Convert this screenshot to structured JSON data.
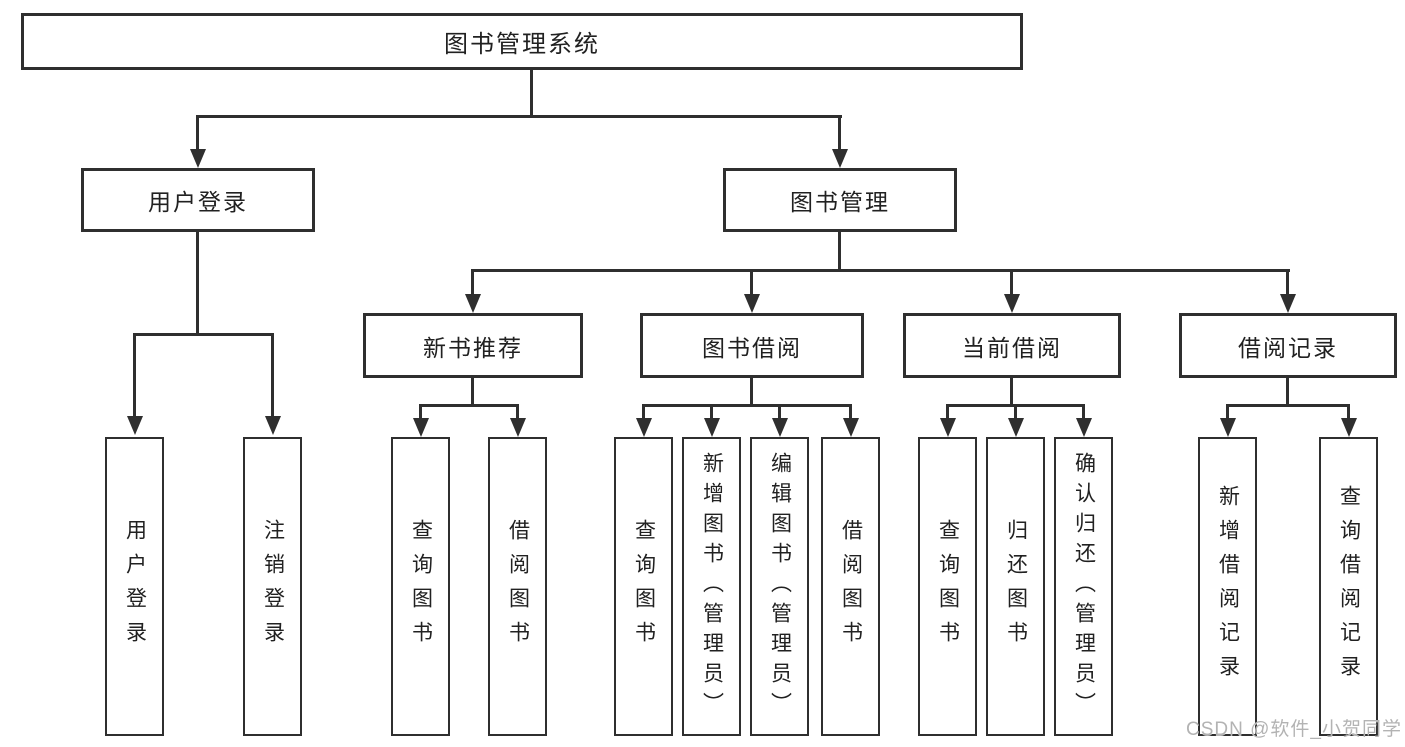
{
  "tree": {
    "label": "图书管理系统",
    "children": [
      {
        "label": "用户登录",
        "children": [
          {
            "label": "用户登录"
          },
          {
            "label": "注销登录"
          }
        ]
      },
      {
        "label": "图书管理",
        "children": [
          {
            "label": "新书推荐",
            "children": [
              {
                "label": "查询图书"
              },
              {
                "label": "借阅图书"
              }
            ]
          },
          {
            "label": "图书借阅",
            "children": [
              {
                "label": "查询图书"
              },
              {
                "label": "新增图书（管理员）"
              },
              {
                "label": "编辑图书（管理员）"
              },
              {
                "label": "借阅图书"
              }
            ]
          },
          {
            "label": "当前借阅",
            "children": [
              {
                "label": "查询图书"
              },
              {
                "label": "归还图书"
              },
              {
                "label": "确认归还（管理员）"
              }
            ]
          },
          {
            "label": "借阅记录",
            "children": [
              {
                "label": "新增借阅记录"
              },
              {
                "label": "查询借阅记录"
              }
            ]
          }
        ]
      }
    ]
  },
  "watermark": "CSDN @软件_小贺同学",
  "colors": {
    "line": "#2f2f2f",
    "text": "#212121",
    "background": "#ffffff",
    "watermark": "#b3b3b3"
  }
}
